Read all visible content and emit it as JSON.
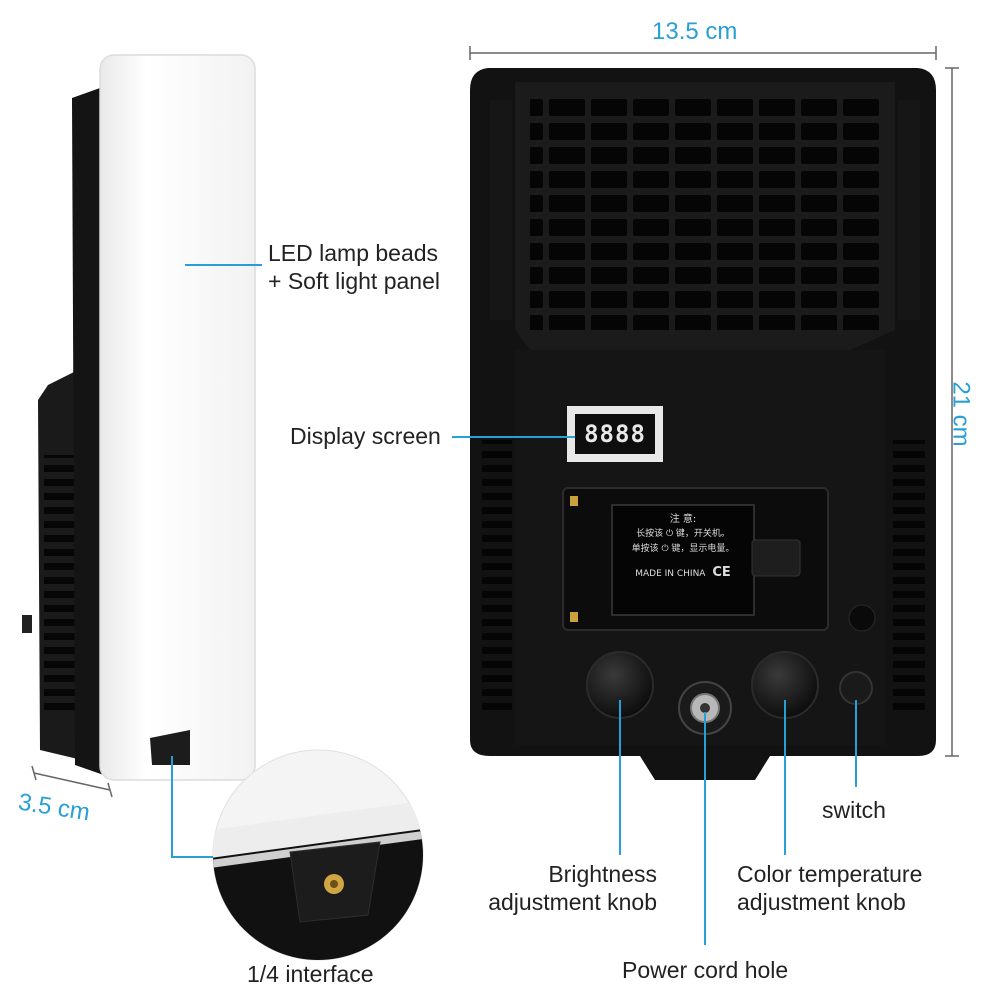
{
  "dimensions": {
    "width": "13.5 cm",
    "height": "21 cm",
    "depth": "3.5 cm"
  },
  "callouts": {
    "led": [
      "LED lamp beads",
      "+ Soft light panel"
    ],
    "display": "Display screen",
    "interface": "1/4 interface",
    "switch": "switch",
    "brightness": [
      "Brightness",
      "adjustment knob"
    ],
    "color_temp": [
      "Color temperature",
      "adjustment knob"
    ],
    "power": "Power cord hole"
  },
  "display_readout": "8888",
  "battery_label": {
    "title": "注 意:",
    "line1": "长按该 ⏻ 键，开关机。",
    "line2": "单按该 ⏻ 键，显示电量。",
    "footer": "MADE IN CHINA",
    "marks": "CE"
  },
  "colors": {
    "accent": "#2a9fd6",
    "body": "#141414",
    "panel": "#fafafa"
  }
}
